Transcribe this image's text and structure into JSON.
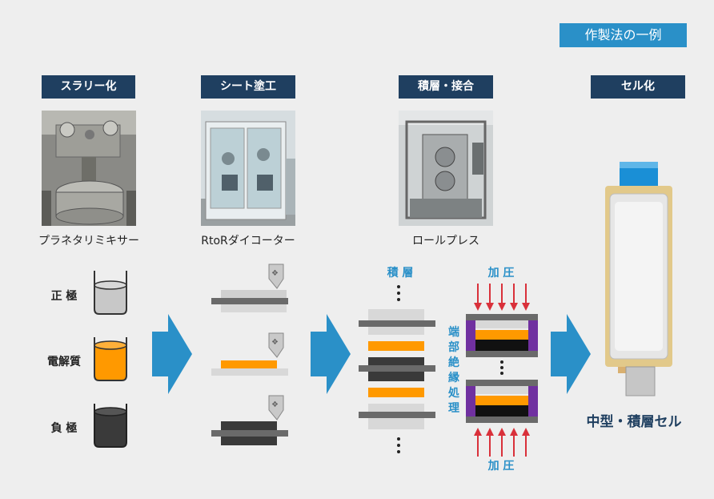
{
  "tag": "作製法の一例",
  "steps": [
    "スラリー化",
    "シート塗工",
    "積層・接合",
    "セル化"
  ],
  "captions": [
    "プラネタリミキサー",
    "RtoRダイコーター",
    "ロールプレス"
  ],
  "materials": [
    "正 極",
    "電解質",
    "負 極"
  ],
  "stack_label": "積 層",
  "press_label": "加 圧",
  "edge_label": "端部絶縁処理",
  "final_label": "中型・積層セル",
  "colors": {
    "header": "#1f3f60",
    "accent": "#2a90c8",
    "electrolyte": "#ff9900",
    "positive": "#c8c8c8",
    "negative": "#3a3a3a",
    "insulation": "#7030a0"
  }
}
